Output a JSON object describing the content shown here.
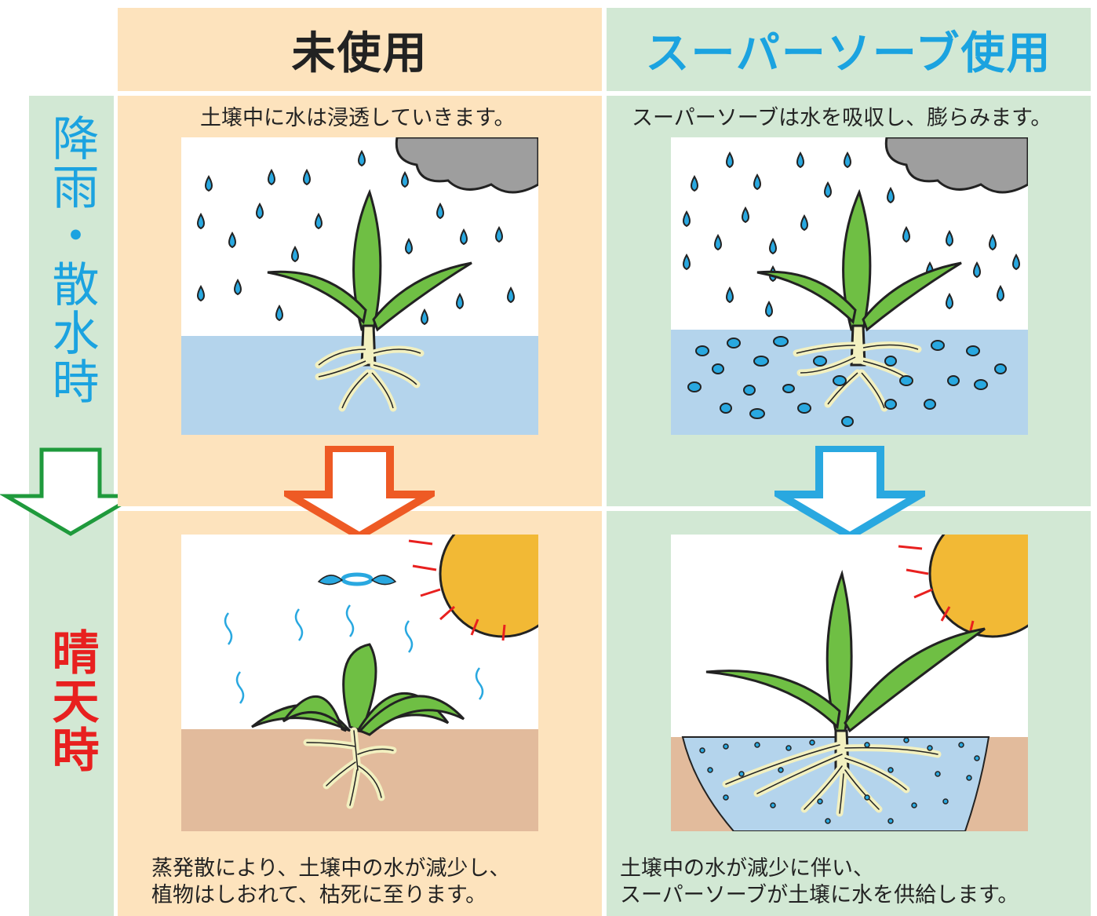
{
  "header": {
    "left_title": "未使用",
    "right_title": "スーパーソーブ使用",
    "left_color": "#222222",
    "right_color": "#1ba3e0"
  },
  "side": {
    "rain_label": "降雨・散水時",
    "rain_color": "#1ba3e0",
    "sunny_label": "晴天時",
    "sunny_color": "#e8201f"
  },
  "captions": {
    "left_top": "土壌中に水は浸透していきます。",
    "right_top": "スーパーソーブは水を吸収し、膨らみます。",
    "left_bottom_1": "蒸発散により、土壌中の水が減少し、",
    "left_bottom_2": "植物はしおれて、枯死に至ります。",
    "right_bottom_1": "土壌中の水が減少に伴い、",
    "right_bottom_2": "スーパーソーブが土壌に水を供給します。"
  },
  "colors": {
    "peach": "#fde3bd",
    "green": "#d2e8d4",
    "arrow_orange": "#ee5a24",
    "arrow_blue": "#29a8e0",
    "arrow_green": "#1f9a3c",
    "water": "#b4d4ec",
    "soil": "#e2bb9c",
    "leaf": "#6fbf44",
    "sun": "#f2b935"
  },
  "icons": [
    "raindrop-icon",
    "cloud-icon",
    "sun-icon",
    "sprout-icon",
    "down-arrow-icon",
    "steam-icon",
    "angel-halo-icon"
  ]
}
